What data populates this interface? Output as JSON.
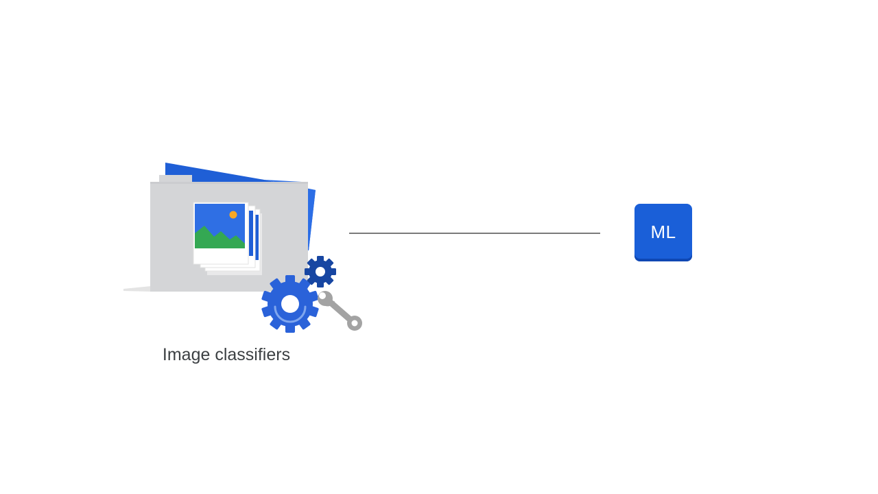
{
  "diagram": {
    "source": {
      "caption": "Image classifiers",
      "icons": [
        "folder-icon",
        "photo-stack-icon",
        "large-gear-icon",
        "small-gear-icon",
        "wrench-icon"
      ]
    },
    "target": {
      "label": "ML",
      "icon": "ml-badge"
    },
    "colors": {
      "accent_blue": "#1a5fd8",
      "dark_blue": "#1746a2",
      "folder_gray": "#d4d5d7",
      "photo_green": "#34a853",
      "sun_orange": "#f9a825",
      "line_gray": "#7a7a7a",
      "text": "#3c4043"
    }
  }
}
